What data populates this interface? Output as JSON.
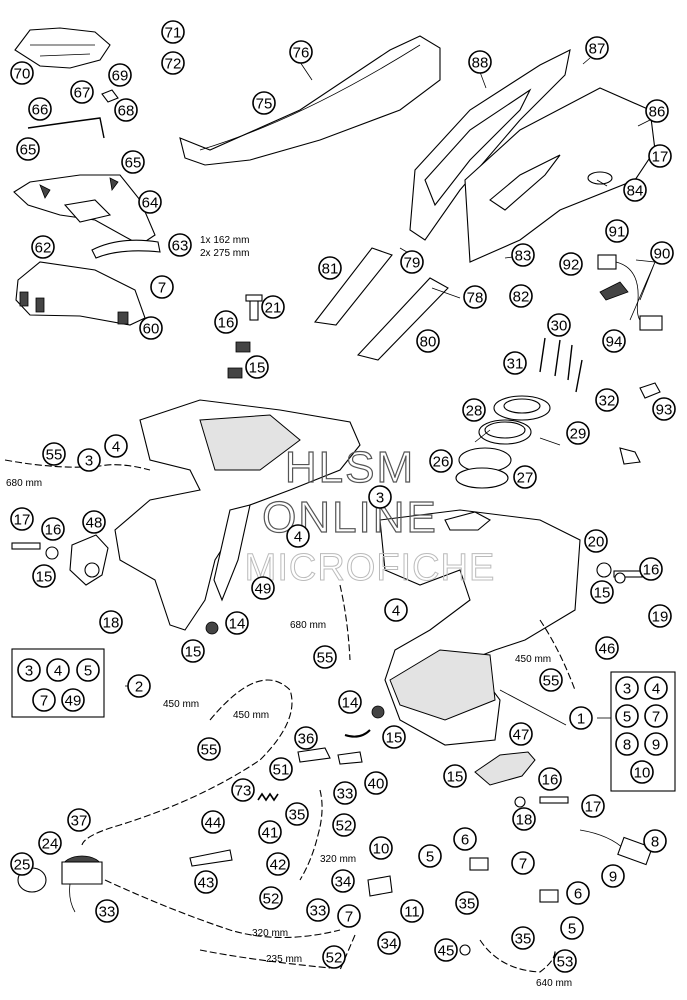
{
  "watermark": {
    "line1": "HLSM",
    "line2": "ONLINE",
    "line3": "MICROFICHE"
  },
  "callouts": [
    {
      "id": "c71",
      "label": "71"
    },
    {
      "id": "c72",
      "label": "72"
    },
    {
      "id": "c70",
      "label": "70"
    },
    {
      "id": "c69",
      "label": "69"
    },
    {
      "id": "c67",
      "label": "67"
    },
    {
      "id": "c68",
      "label": "68"
    },
    {
      "id": "c66",
      "label": "66"
    },
    {
      "id": "c65a",
      "label": "65"
    },
    {
      "id": "c65b",
      "label": "65"
    },
    {
      "id": "c64",
      "label": "64"
    },
    {
      "id": "c63",
      "label": "63"
    },
    {
      "id": "c62",
      "label": "62"
    },
    {
      "id": "c7a",
      "label": "7"
    },
    {
      "id": "c60",
      "label": "60"
    },
    {
      "id": "c76",
      "label": "76"
    },
    {
      "id": "c75",
      "label": "75"
    },
    {
      "id": "c21",
      "label": "21"
    },
    {
      "id": "c16a",
      "label": "16"
    },
    {
      "id": "c15a",
      "label": "15"
    },
    {
      "id": "c88",
      "label": "88"
    },
    {
      "id": "c87",
      "label": "87"
    },
    {
      "id": "c86",
      "label": "86"
    },
    {
      "id": "c17a",
      "label": "17"
    },
    {
      "id": "c84",
      "label": "84"
    },
    {
      "id": "c79",
      "label": "79"
    },
    {
      "id": "c81",
      "label": "81"
    },
    {
      "id": "c83",
      "label": "83"
    },
    {
      "id": "c82",
      "label": "82"
    },
    {
      "id": "c78",
      "label": "78"
    },
    {
      "id": "c80",
      "label": "80"
    },
    {
      "id": "c91",
      "label": "91"
    },
    {
      "id": "c92",
      "label": "92"
    },
    {
      "id": "c90",
      "label": "90"
    },
    {
      "id": "c94",
      "label": "94"
    },
    {
      "id": "c30",
      "label": "30"
    },
    {
      "id": "c31",
      "label": "31"
    },
    {
      "id": "c32",
      "label": "32"
    },
    {
      "id": "c93",
      "label": "93"
    },
    {
      "id": "c28",
      "label": "28"
    },
    {
      "id": "c29",
      "label": "29"
    },
    {
      "id": "c26",
      "label": "26"
    },
    {
      "id": "c27",
      "label": "27"
    },
    {
      "id": "c55a",
      "label": "55"
    },
    {
      "id": "c3a",
      "label": "3"
    },
    {
      "id": "c4a",
      "label": "4"
    },
    {
      "id": "c3b",
      "label": "3"
    },
    {
      "id": "c4b",
      "label": "4"
    },
    {
      "id": "c17b",
      "label": "17"
    },
    {
      "id": "c16b",
      "label": "16"
    },
    {
      "id": "c48",
      "label": "48"
    },
    {
      "id": "c15b",
      "label": "15"
    },
    {
      "id": "c49",
      "label": "49"
    },
    {
      "id": "c4c",
      "label": "4"
    },
    {
      "id": "c20",
      "label": "20"
    },
    {
      "id": "c16c",
      "label": "16"
    },
    {
      "id": "c15c",
      "label": "15"
    },
    {
      "id": "c19",
      "label": "19"
    },
    {
      "id": "c18a",
      "label": "18"
    },
    {
      "id": "c14a",
      "label": "14"
    },
    {
      "id": "c15d",
      "label": "15"
    },
    {
      "id": "c55b",
      "label": "55"
    },
    {
      "id": "c46",
      "label": "46"
    },
    {
      "id": "c55c",
      "label": "55"
    },
    {
      "id": "c2",
      "label": "2"
    },
    {
      "id": "c1",
      "label": "1"
    },
    {
      "id": "c14b",
      "label": "14"
    },
    {
      "id": "c15e",
      "label": "15"
    },
    {
      "id": "c55d",
      "label": "55"
    },
    {
      "id": "c36",
      "label": "36"
    },
    {
      "id": "c51",
      "label": "51"
    },
    {
      "id": "c40",
      "label": "40"
    },
    {
      "id": "c47",
      "label": "47"
    },
    {
      "id": "c73",
      "label": "73"
    },
    {
      "id": "c33a",
      "label": "33"
    },
    {
      "id": "c35a",
      "label": "35"
    },
    {
      "id": "c15f",
      "label": "15"
    },
    {
      "id": "c16d",
      "label": "16"
    },
    {
      "id": "c17c",
      "label": "17"
    },
    {
      "id": "c18b",
      "label": "18"
    },
    {
      "id": "c52a",
      "label": "52"
    },
    {
      "id": "c44",
      "label": "44"
    },
    {
      "id": "c41",
      "label": "41"
    },
    {
      "id": "c37",
      "label": "37"
    },
    {
      "id": "c8",
      "label": "8"
    },
    {
      "id": "c24",
      "label": "24"
    },
    {
      "id": "c6a",
      "label": "6"
    },
    {
      "id": "c10",
      "label": "10"
    },
    {
      "id": "c43",
      "label": "43"
    },
    {
      "id": "c42",
      "label": "42"
    },
    {
      "id": "c5a",
      "label": "5"
    },
    {
      "id": "c9",
      "label": "9"
    },
    {
      "id": "c7b",
      "label": "7"
    },
    {
      "id": "c25",
      "label": "25"
    },
    {
      "id": "c34a",
      "label": "34"
    },
    {
      "id": "c52b",
      "label": "52"
    },
    {
      "id": "c33b",
      "label": "33"
    },
    {
      "id": "c6b",
      "label": "6"
    },
    {
      "id": "c33c",
      "label": "33"
    },
    {
      "id": "c7c",
      "label": "7"
    },
    {
      "id": "c11",
      "label": "11"
    },
    {
      "id": "c35b",
      "label": "35"
    },
    {
      "id": "c5b",
      "label": "5"
    },
    {
      "id": "c35c",
      "label": "35"
    },
    {
      "id": "c34b",
      "label": "34"
    },
    {
      "id": "c52c",
      "label": "52"
    },
    {
      "id": "c45",
      "label": "45"
    },
    {
      "id": "c53",
      "label": "53"
    }
  ],
  "group_box_left": {
    "labels": [
      "3",
      "4",
      "5",
      "7",
      "49"
    ],
    "ref": "2"
  },
  "group_box_right": {
    "labels": [
      "3",
      "4",
      "5",
      "7",
      "8",
      "9",
      "10"
    ],
    "ref": "1"
  },
  "dimensions": {
    "seat_strip": "1x 162 mm\n2x 275 mm",
    "seat_strip_line1": "1x 162 mm",
    "seat_strip_line2": "2x 275 mm",
    "hose_680_left": "680 mm",
    "hose_680_mid": "680 mm",
    "hose_450_right": "450 mm",
    "hose_450_a": "450 mm",
    "hose_450_b": "450 mm",
    "hose_320_a": "320 mm",
    "hose_320_b": "320 mm",
    "hose_235": "235 mm",
    "hose_640": "640 mm"
  }
}
